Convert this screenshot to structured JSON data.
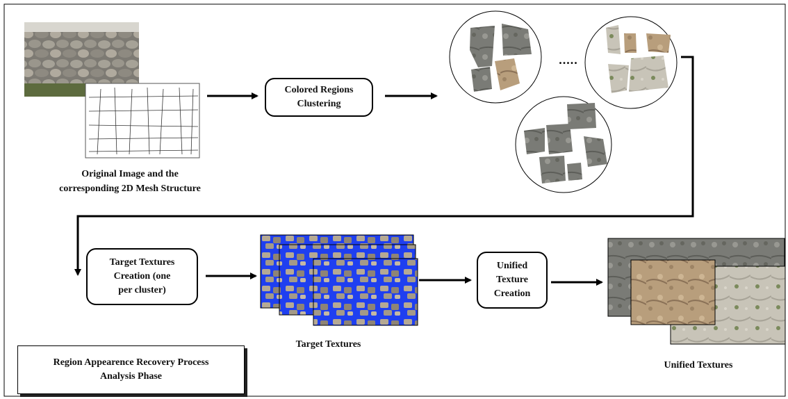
{
  "labels": {
    "original_line1": "Original Image and the",
    "original_line2": "corresponding 2D Mesh Structure",
    "target_textures": "Target Textures",
    "unified_textures": "Unified Textures",
    "ellipsis": "....."
  },
  "boxes": {
    "clustering_line1": "Colored Regions",
    "clustering_line2": "Clustering",
    "target_line1": "Target Textures",
    "target_line2": "Creation (one",
    "target_line3": "per cluster)",
    "unified_line1": "Unified",
    "unified_line2": "Texture",
    "unified_line3": "Creation"
  },
  "legend": {
    "line1": "Region Appearence Recovery Process",
    "line2": "Analysis Phase"
  },
  "colors": {
    "blue_background": "#1f3ff0",
    "stone_gray": "#8f8d86",
    "stone_tan": "#b8a48a",
    "arrow": "#000000"
  }
}
